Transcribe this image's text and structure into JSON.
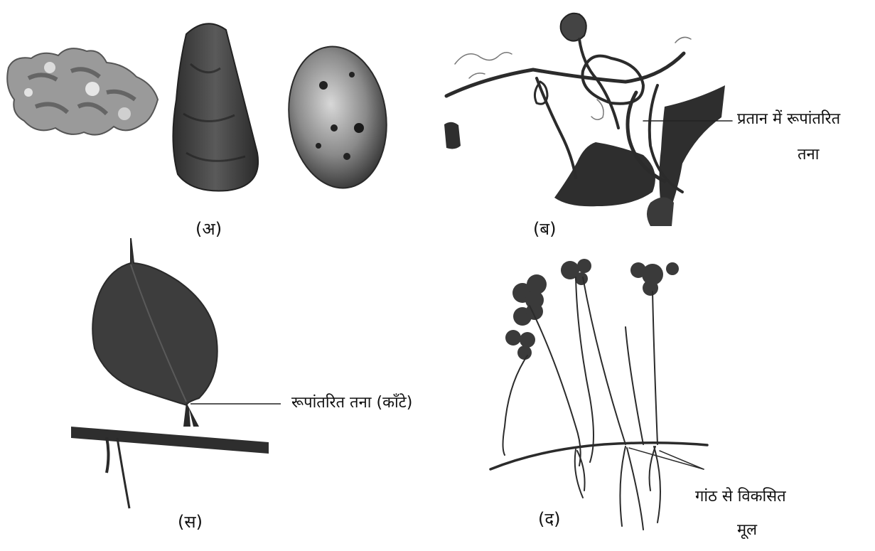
{
  "colors": {
    "ink": "#2b2b2b",
    "dark": "#3a3a3a",
    "mid": "#6e6e6e",
    "light": "#bdbdbd",
    "paper": "#ffffff"
  },
  "panels": {
    "a": {
      "caption": "(अ)"
    },
    "b": {
      "caption": "(ब)",
      "label_line1": "प्रतान में रूपांतरित",
      "label_line2": "तना"
    },
    "c": {
      "caption": "(स)",
      "label": "रूपांतरित तना (काँटे)"
    },
    "d": {
      "caption": "(द)",
      "label_line1": "गांठ से विकसित",
      "label_line2": "मूल"
    }
  }
}
